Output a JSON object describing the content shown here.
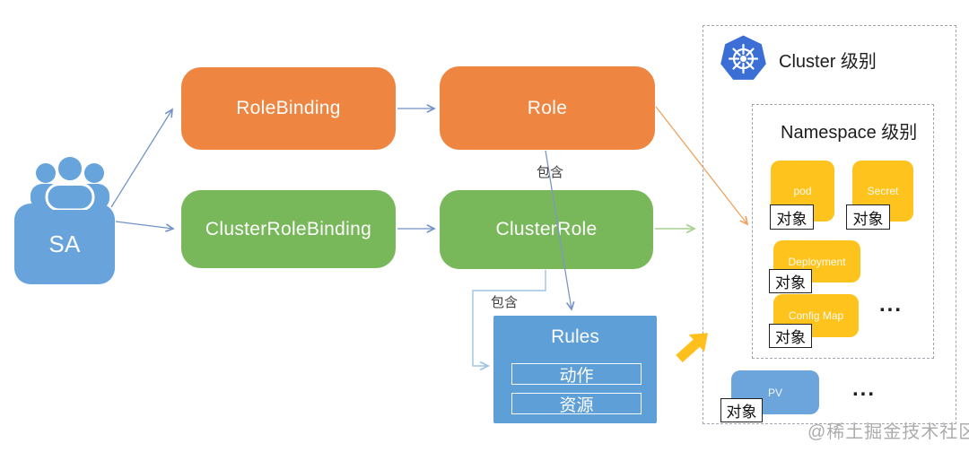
{
  "nodes": {
    "sa": "SA",
    "role_binding": "RoleBinding",
    "role": "Role",
    "cluster_role_binding": "ClusterRoleBinding",
    "cluster_role": "ClusterRole"
  },
  "rules": {
    "title": "Rules",
    "action": "动作",
    "resource": "资源"
  },
  "labels": {
    "contains_role": "包含",
    "contains_cluster_role": "包含"
  },
  "cluster_panel": {
    "title": "Cluster 级别",
    "logo_icon": "kubernetes-logo",
    "namespace_panel": {
      "title": "Namespace 级别",
      "objects": [
        {
          "label": "pod",
          "tag": "对象"
        },
        {
          "label": "Secret",
          "tag": "对象"
        },
        {
          "label": "Deployment",
          "tag": "对象"
        },
        {
          "label": "Config Map",
          "tag": "对象"
        }
      ],
      "ellipsis": "..."
    },
    "pv": {
      "label": "PV",
      "tag": "对象"
    },
    "ellipsis": "..."
  },
  "watermark": "@稀土掘金技术社区",
  "colors": {
    "orange_node": "#EE8540",
    "green_node": "#79B85A",
    "blue_node": "#68A4DB",
    "rules_blue": "#5E9FD8",
    "yellow_object": "#FFC31E",
    "kubernetes_blue": "#3B6FD6",
    "arrow_blue": "#7292C8",
    "arrow_light_blue": "#9DC3E6",
    "arrow_light_green": "#A9D18E",
    "arrow_orange": "#EDA15F",
    "big_yellow_arrow": "#FFC01E",
    "dashed_border": "#9FA6AD"
  }
}
